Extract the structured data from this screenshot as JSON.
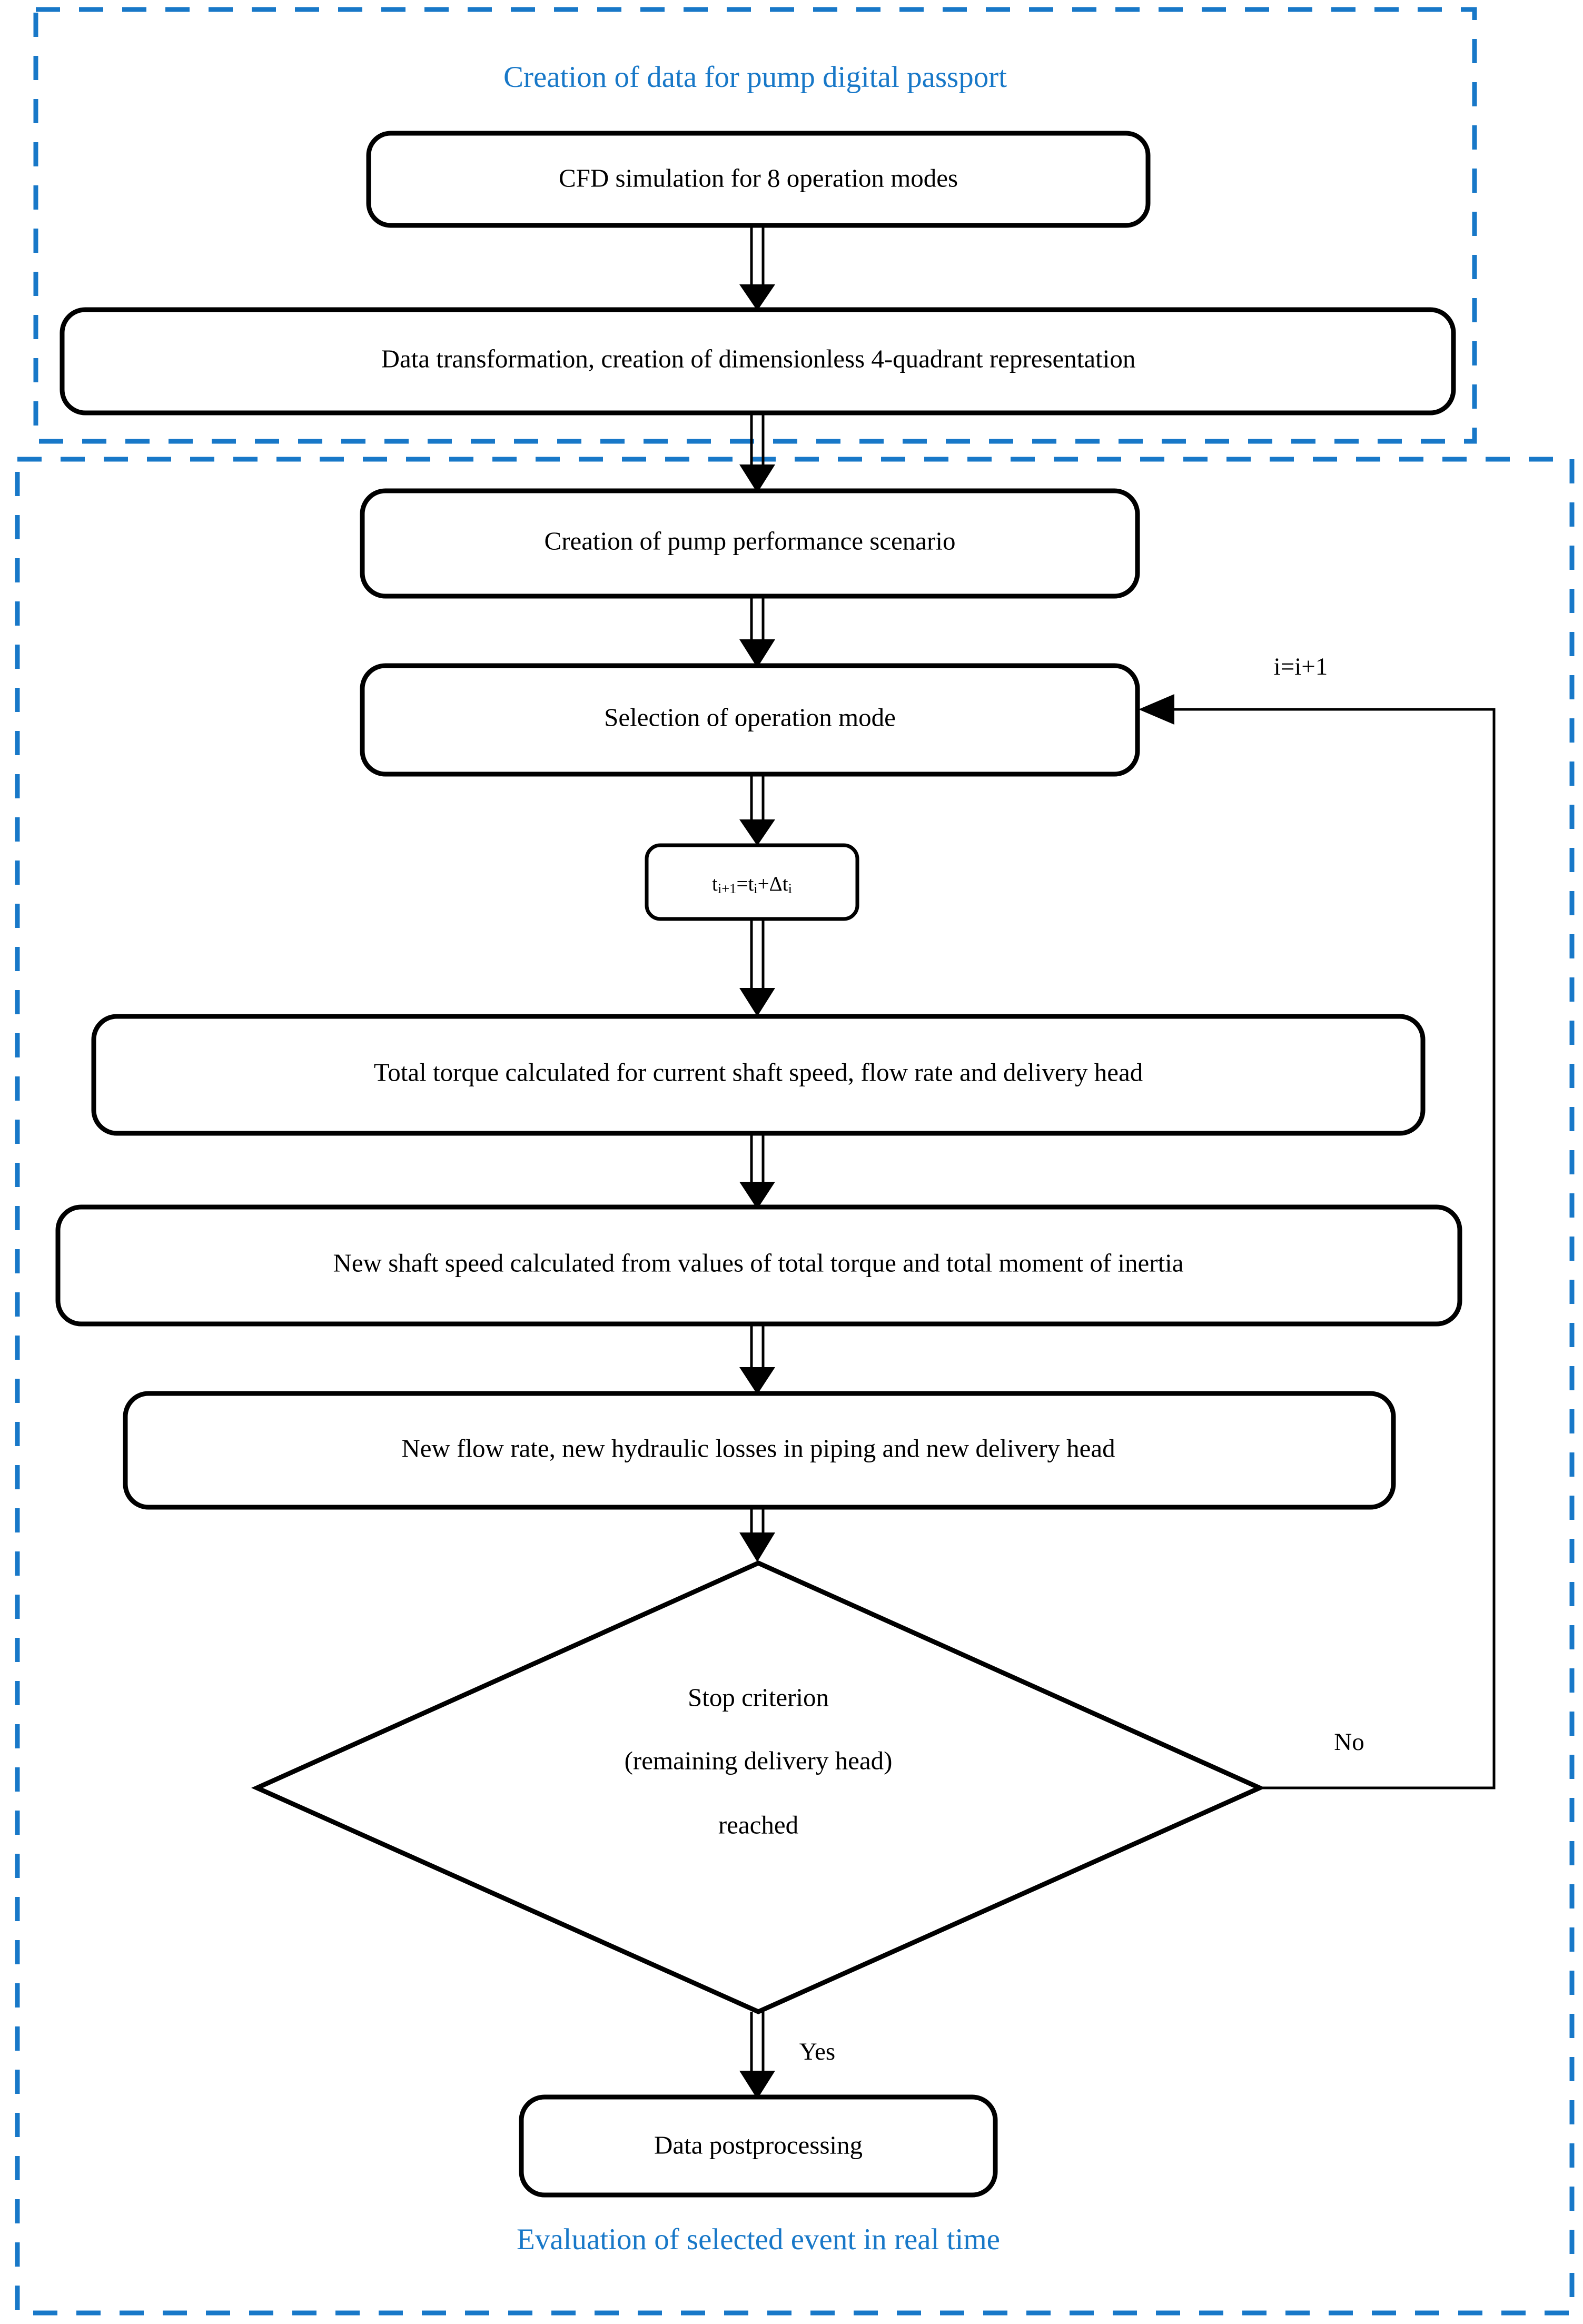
{
  "diagram": {
    "type": "flowchart",
    "title": "Pump digital twin simulation workflow",
    "accent_color": "#1878C8",
    "line_color": "#000000",
    "background": "#ffffff"
  },
  "sections": [
    {
      "id": "section-top",
      "caption": "Creation of data for pump digital passport",
      "caption_position": "top",
      "caption_color": "#1878C8",
      "border_style": "dashed",
      "border_color": "#1878C8"
    },
    {
      "id": "section-bottom",
      "caption": "Evaluation of selected event in real time",
      "caption_position": "bottom",
      "caption_color": "#1878C8",
      "border_style": "dashed",
      "border_color": "#1878C8"
    }
  ],
  "nodes": [
    {
      "id": "cfd-simulation",
      "shape": "rounded-rect",
      "label": "CFD simulation for 8 operation modes",
      "section": "section-top"
    },
    {
      "id": "data-transformation",
      "shape": "rounded-rect",
      "label": "Data transformation, creation of dimensionless 4-quadrant representation",
      "section": "section-top"
    },
    {
      "id": "performance-scenario",
      "shape": "rounded-rect",
      "label": "Creation of pump performance scenario",
      "section": "section-bottom"
    },
    {
      "id": "operation-mode",
      "shape": "rounded-rect",
      "label": "Selection of operation mode",
      "section": "section-bottom"
    },
    {
      "id": "time-step",
      "shape": "rounded-rect-small",
      "label": "ti+1=ti+Δti",
      "label_parts": {
        "a": "t",
        "a_sub": "i+1",
        "b": "=t",
        "b_sub": "i",
        "c": "+Δt",
        "c_sub": "i"
      },
      "section": "section-bottom"
    },
    {
      "id": "total-torque",
      "shape": "rounded-rect",
      "label": "Total torque calculated for current shaft speed, flow rate and delivery head",
      "section": "section-bottom"
    },
    {
      "id": "new-shaft-speed",
      "shape": "rounded-rect",
      "label": "New shaft speed calculated from values of total torque and total moment of inertia",
      "section": "section-bottom"
    },
    {
      "id": "new-flow-rate",
      "shape": "rounded-rect",
      "label": "New flow rate, new hydraulic losses in piping and new delivery head",
      "section": "section-bottom"
    },
    {
      "id": "stop-criterion",
      "shape": "diamond",
      "label_lines": [
        "Stop criterion",
        "(remaining delivery head)",
        "reached"
      ],
      "section": "section-bottom"
    },
    {
      "id": "data-postprocessing",
      "shape": "rounded-rect",
      "label": "Data postprocessing",
      "section": "section-bottom"
    }
  ],
  "edges": [
    {
      "id": "e1",
      "from": "cfd-simulation",
      "to": "data-transformation",
      "label": ""
    },
    {
      "id": "e2",
      "from": "data-transformation",
      "to": "performance-scenario",
      "label": ""
    },
    {
      "id": "e3",
      "from": "performance-scenario",
      "to": "operation-mode",
      "label": ""
    },
    {
      "id": "e4",
      "from": "operation-mode",
      "to": "time-step",
      "label": ""
    },
    {
      "id": "e5",
      "from": "time-step",
      "to": "total-torque",
      "label": ""
    },
    {
      "id": "e6",
      "from": "total-torque",
      "to": "new-shaft-speed",
      "label": ""
    },
    {
      "id": "e7",
      "from": "new-shaft-speed",
      "to": "new-flow-rate",
      "label": ""
    },
    {
      "id": "e8",
      "from": "new-flow-rate",
      "to": "stop-criterion",
      "label": ""
    },
    {
      "id": "e9",
      "from": "stop-criterion",
      "to": "data-postprocessing",
      "label": "Yes"
    },
    {
      "id": "e10",
      "from": "stop-criterion",
      "to": "operation-mode",
      "label": "No",
      "label2": "i=i+1"
    }
  ],
  "edge_labels": {
    "yes": "Yes",
    "no": "No",
    "increment": "i=i+1"
  }
}
